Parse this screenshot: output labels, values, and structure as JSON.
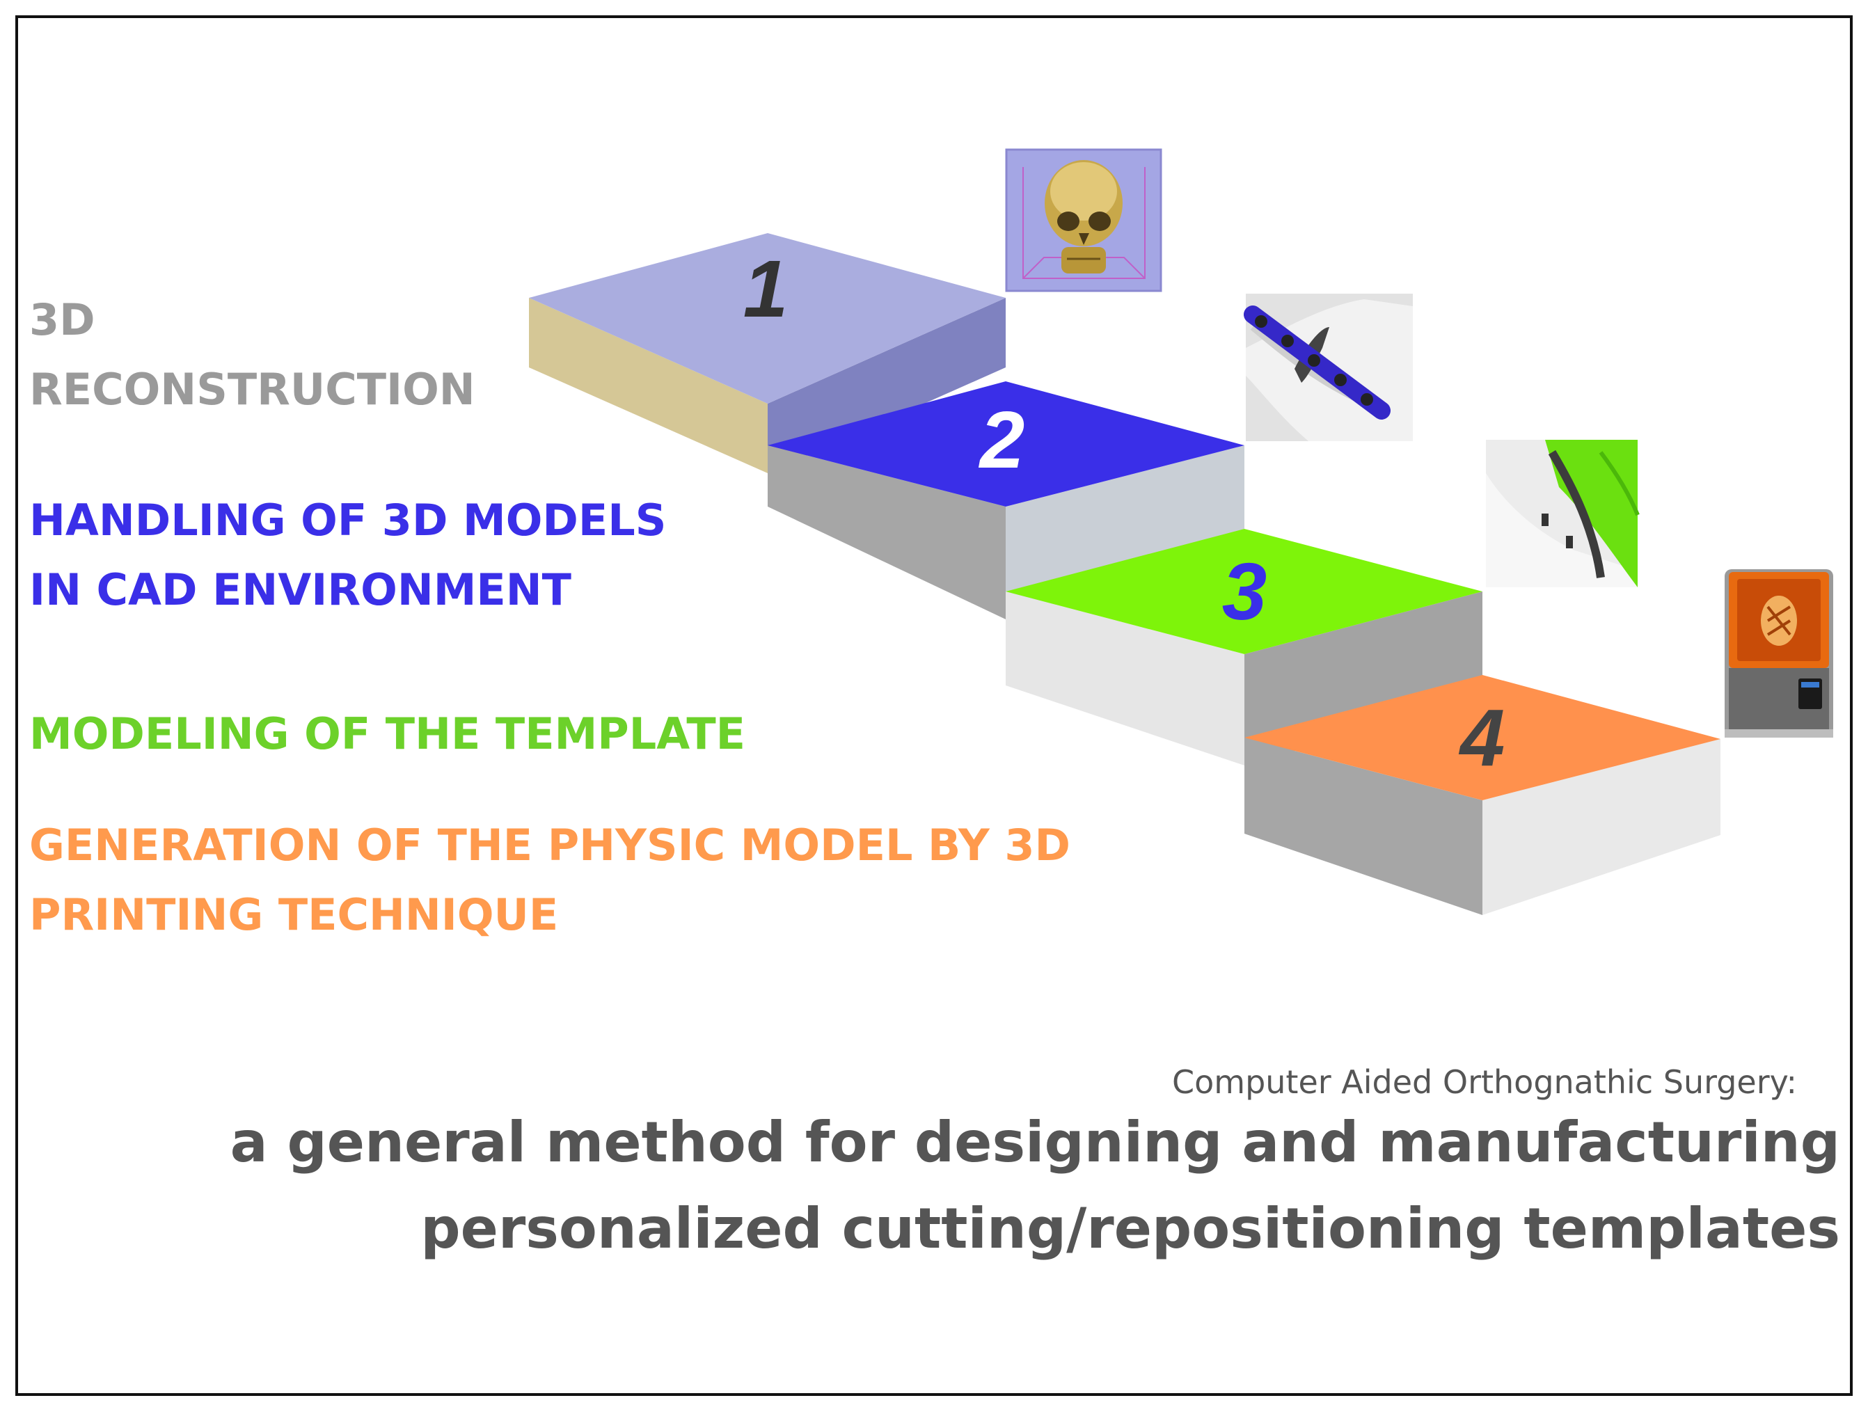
{
  "steps": [
    {
      "number": "1",
      "label_lines": [
        "3D",
        "RECONSTRUCTION"
      ],
      "color": "#9a9a9a",
      "top_color": "#aaaddf",
      "icon": "skull-3d-reconstruction-icon"
    },
    {
      "number": "2",
      "label_lines": [
        "HANDLING OF 3D MODELS",
        "IN CAD ENVIRONMENT"
      ],
      "color": "#3a2fe8",
      "top_color": "#3a2fe8",
      "icon": "bone-plate-cad-icon"
    },
    {
      "number": "3",
      "label_lines": [
        "MODELING OF THE TEMPLATE"
      ],
      "color": "#6cd12a",
      "top_color": "#7ef40a",
      "icon": "surgical-template-icon"
    },
    {
      "number": "4",
      "label_lines": [
        "GENERATION OF THE PHYSIC MODEL BY 3D",
        "PRINTING TECHNIQUE"
      ],
      "color": "#ff9a4d",
      "top_color": "#ff914d",
      "icon": "3d-printer-icon"
    }
  ],
  "subtitle": "Computer Aided Orthognathic Surgery:",
  "title_lines": [
    "a general method for designing and manufacturing",
    "personalized cutting/repositioning templates"
  ]
}
